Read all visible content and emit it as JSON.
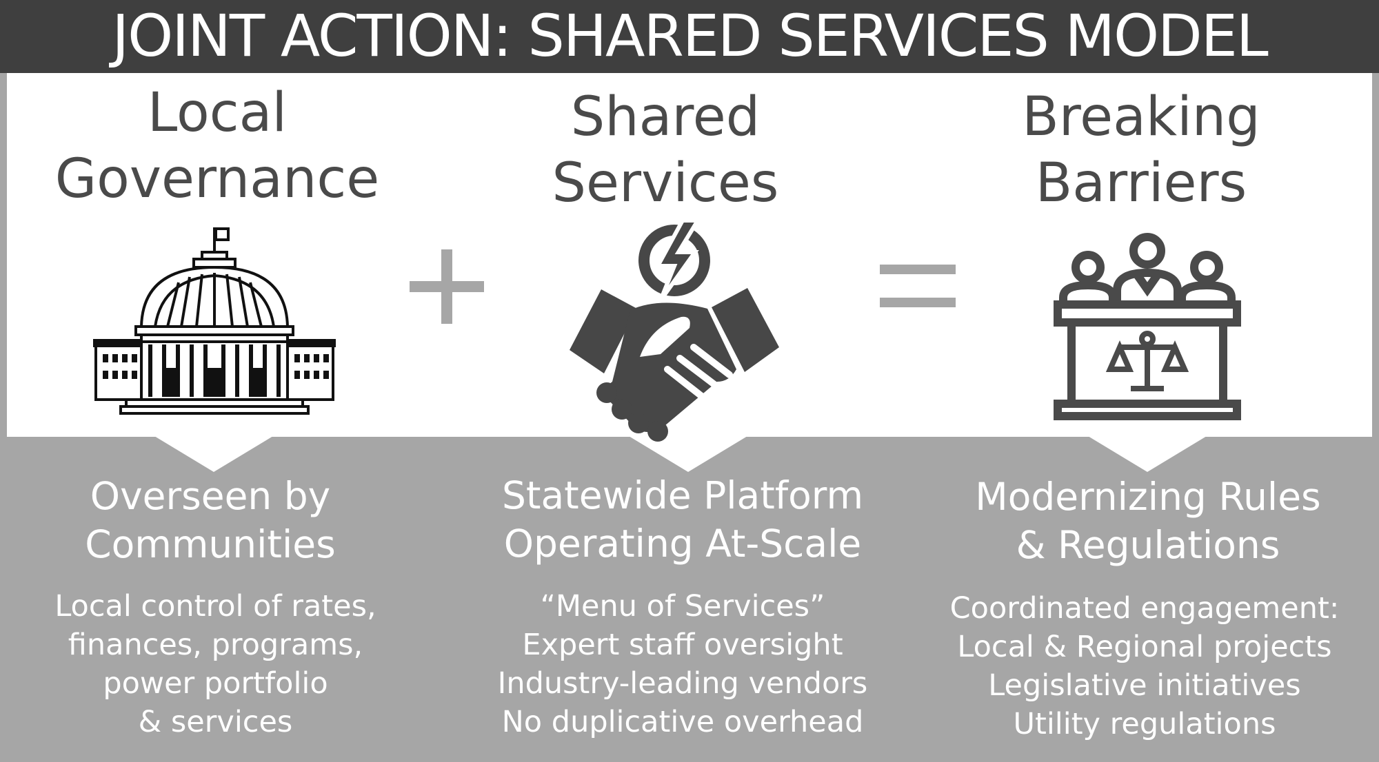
{
  "title": "JOINT ACTION: SHARED SERVICES MODEL",
  "operators": {
    "plus": "+",
    "equals": "="
  },
  "columns": [
    {
      "heading": [
        "Local",
        "Governance"
      ],
      "icon": "capitol-building-icon",
      "subheading": [
        "Overseen by",
        "Communities"
      ],
      "details": [
        "Local control of rates,",
        "finances, programs,",
        "power portfolio",
        "& services"
      ]
    },
    {
      "heading": [
        "Shared",
        "Services"
      ],
      "icon": "handshake-power-icon",
      "subheading": [
        "Statewide Platform",
        "Operating At-Scale"
      ],
      "details": [
        "“Menu of Services”",
        "Expert staff oversight",
        "Industry-leading vendors",
        "No duplicative overhead"
      ]
    },
    {
      "heading": [
        "Breaking",
        "Barriers"
      ],
      "icon": "judges-panel-icon",
      "subheading": [
        "Modernizing Rules",
        "& Regulations"
      ],
      "details": [
        "Coordinated engagement:",
        "Local & Regional projects",
        "Legislative initiatives",
        "Utility regulations"
      ]
    }
  ],
  "colors": {
    "banner": "#3f3f3f",
    "panel": "#ffffff",
    "background": "#a6a6a6",
    "icon": "#4a4a4a",
    "operator": "#a6a6a6"
  }
}
